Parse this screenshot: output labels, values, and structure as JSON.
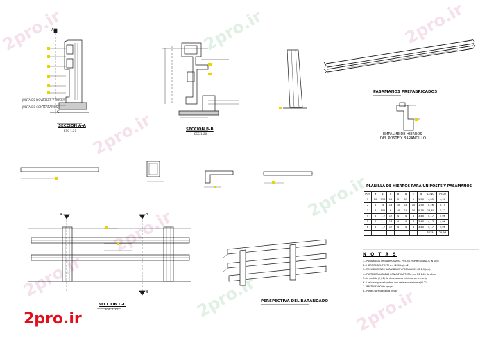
{
  "labels": {
    "section_aa": "SECCION A-A",
    "section_bb": "SECCION B-B",
    "section_cc": "SECCION C-C",
    "prefab_rails": "PASAMANOS PREFABRICADOS",
    "post_joint_line1": "EMPALME DE HIERROS",
    "post_joint_line2": "DEL POSTE Y BARANDILLO",
    "perspective": "PERSPECTIVA DEL BARANDADO",
    "table_title": "PLANILLA DE HIERROS PARA UN POSTE Y PASAMANOS",
    "joint_1": "JUNTA DE DOWELLES Y ROSCA",
    "joint_2": "JUNTA DE CONTERRAMOS",
    "esc": "ESC 1:20",
    "marker_a": "A",
    "marker_b": "B",
    "marker_c": "C"
  },
  "notes": {
    "heading": "N O T A S",
    "items": [
      "1.- PASAMANOS PREFABRICADOS - POSTES HORMIGONADOS IN SITU.",
      "2.- HIERROS DEL POSTE ø= 4200 kg/cm2",
      "3.- RECUBRIMIENTO BARANDADO Y PASAMANOS DE 2.5 (cm).",
      "4.- PARTES REALIZADAS CON ALTURA TOTAL (m) DE 1.00 de altura",
      "5.- la medida (fr/c1) de dimensiones minimas en cm (cm).",
      "6.- Los hormigones tendran una resistencia minima (H-21).",
      "7.- PRETENSADO de apoyo.",
      "8.- Postes hormigonados in situ"
    ]
  },
  "table": {
    "rows": [
      [
        "POS",
        "ø",
        "N°",
        "L",
        "a",
        "b",
        "c",
        "d",
        "LONG",
        "PESO"
      ],
      [
        "1",
        "10",
        "390",
        "15",
        "5",
        "15",
        "5",
        "1,50",
        "4,65",
        "4,96"
      ],
      [
        "2",
        "8",
        "28",
        "18",
        "10",
        "18",
        "10",
        "1,50",
        "0,26",
        "0,75"
      ],
      [
        "3",
        "8",
        "102",
        "6",
        "10",
        "18",
        "10",
        "0,30",
        "14,60",
        "5,77"
      ],
      [
        "4",
        "6",
        "7,2",
        "17",
        "4",
        "4",
        "4",
        "3,40",
        "4,17",
        "4,96"
      ],
      [
        "5",
        "6",
        "7,1",
        "17",
        "4",
        "4",
        "4",
        "3,40",
        "4,17",
        "4,96"
      ],
      [
        "6",
        "8",
        "7,2",
        "17",
        "4",
        "4",
        "4",
        "3,40",
        "4,17",
        "4,96"
      ],
      [
        "",
        "",
        "",
        "",
        "",
        "",
        "",
        "",
        "TOTAL",
        "25,93"
      ]
    ]
  },
  "watermarks": [
    "2pro.ir",
    "2pro.ir",
    "2pro.ir",
    "2pro.ir",
    "2pro.ir",
    "2pro.ir",
    "2pro.ir",
    "2pro.ir",
    "2pro.ir"
  ],
  "brand": "2pro.ir",
  "colors": {
    "line": "#1a1a1a",
    "dim": "#444444",
    "callout": "#e8d400",
    "brand": "#e10f1c",
    "watermark_pink": "#cd78a5",
    "watermark_green": "#78b982"
  }
}
